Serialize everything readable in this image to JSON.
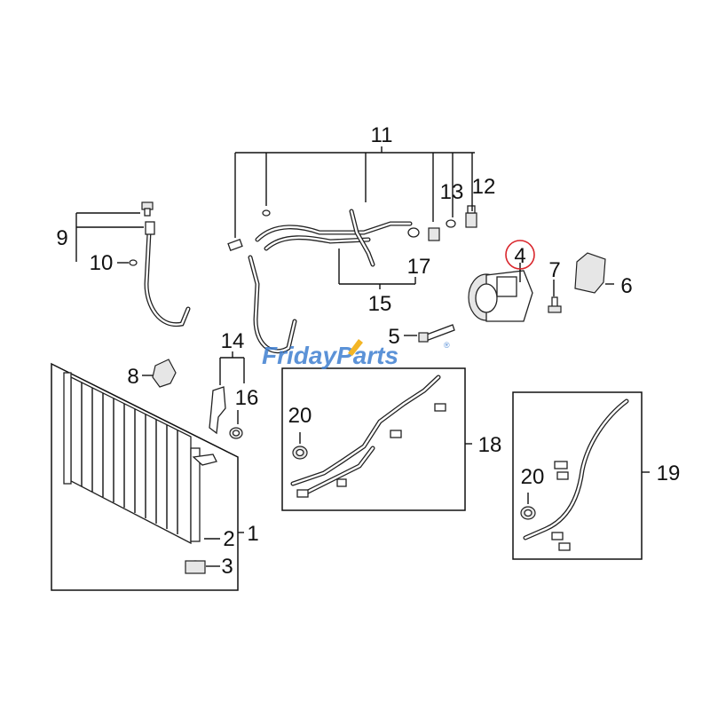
{
  "callouts": [
    {
      "id": "c1",
      "text": "1"
    },
    {
      "id": "c2",
      "text": "2"
    },
    {
      "id": "c3",
      "text": "3"
    },
    {
      "id": "c4",
      "text": "4"
    },
    {
      "id": "c5",
      "text": "5"
    },
    {
      "id": "c6",
      "text": "6"
    },
    {
      "id": "c7",
      "text": "7"
    },
    {
      "id": "c8",
      "text": "8"
    },
    {
      "id": "c9",
      "text": "9"
    },
    {
      "id": "c10",
      "text": "10"
    },
    {
      "id": "c11",
      "text": "11"
    },
    {
      "id": "c12",
      "text": "12"
    },
    {
      "id": "c13",
      "text": "13"
    },
    {
      "id": "c14",
      "text": "14"
    },
    {
      "id": "c15",
      "text": "15"
    },
    {
      "id": "c16",
      "text": "16"
    },
    {
      "id": "c17",
      "text": "17"
    },
    {
      "id": "c18",
      "text": "18"
    },
    {
      "id": "c19",
      "text": "19"
    },
    {
      "id": "c20a",
      "text": "20"
    },
    {
      "id": "c20b",
      "text": "20"
    }
  ],
  "highlighted_callout": "4",
  "watermark": {
    "part1": "Friday",
    "part2": "Parts",
    "mark": "®",
    "color_primary": "#3f7fd1",
    "color_accent": "#f2a900"
  },
  "highlight_color": "#d9262c"
}
